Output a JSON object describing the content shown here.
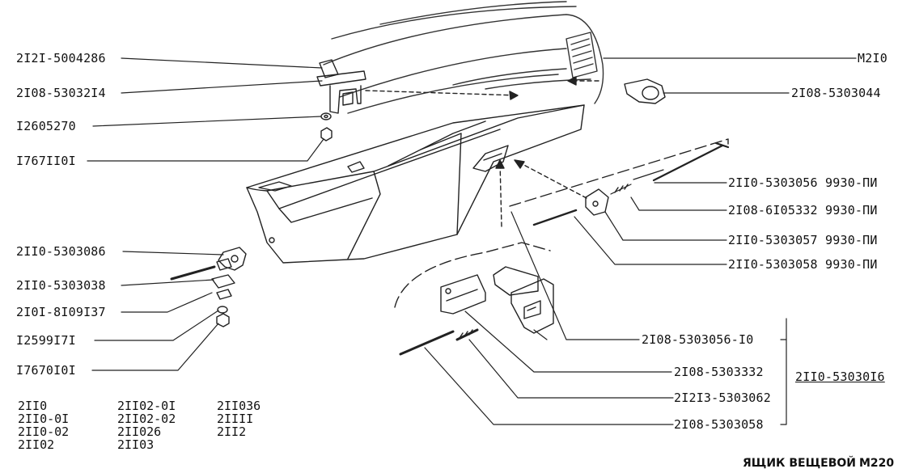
{
  "parts": {
    "left": [
      "2I2I-5004286",
      "2I08-53032I4",
      "I2605270",
      "I767II0I",
      "2II0-5303086",
      "2II0-5303038",
      "2I0I-8I09I37",
      "I2599I7I",
      "I7670I0I"
    ],
    "right_top": [
      "M2I0",
      "2I08-5303044"
    ],
    "right": [
      "2II0-5303056  9930-ПИ",
      "2I08-6I05332  9930-ПИ",
      "2II0-5303057  9930-ПИ",
      "2II0-5303058  9930-ПИ",
      "2I08-5303056-I0",
      "2I08-5303332",
      "2I2I3-5303062",
      "2I08-5303058"
    ],
    "assembly": "2II0-53030I6"
  },
  "models": {
    "col1": [
      "2II0",
      "2II0-0I",
      "2II0-02",
      "2II02"
    ],
    "col2": [
      "2II02-0I",
      "2II02-02",
      "2II026",
      "2II03"
    ],
    "col3": [
      "2II036",
      "2IIII",
      "2II2"
    ]
  },
  "footer": {
    "title": "ЯЩИК ВЕЩЕВОЙ",
    "code": "M220"
  }
}
